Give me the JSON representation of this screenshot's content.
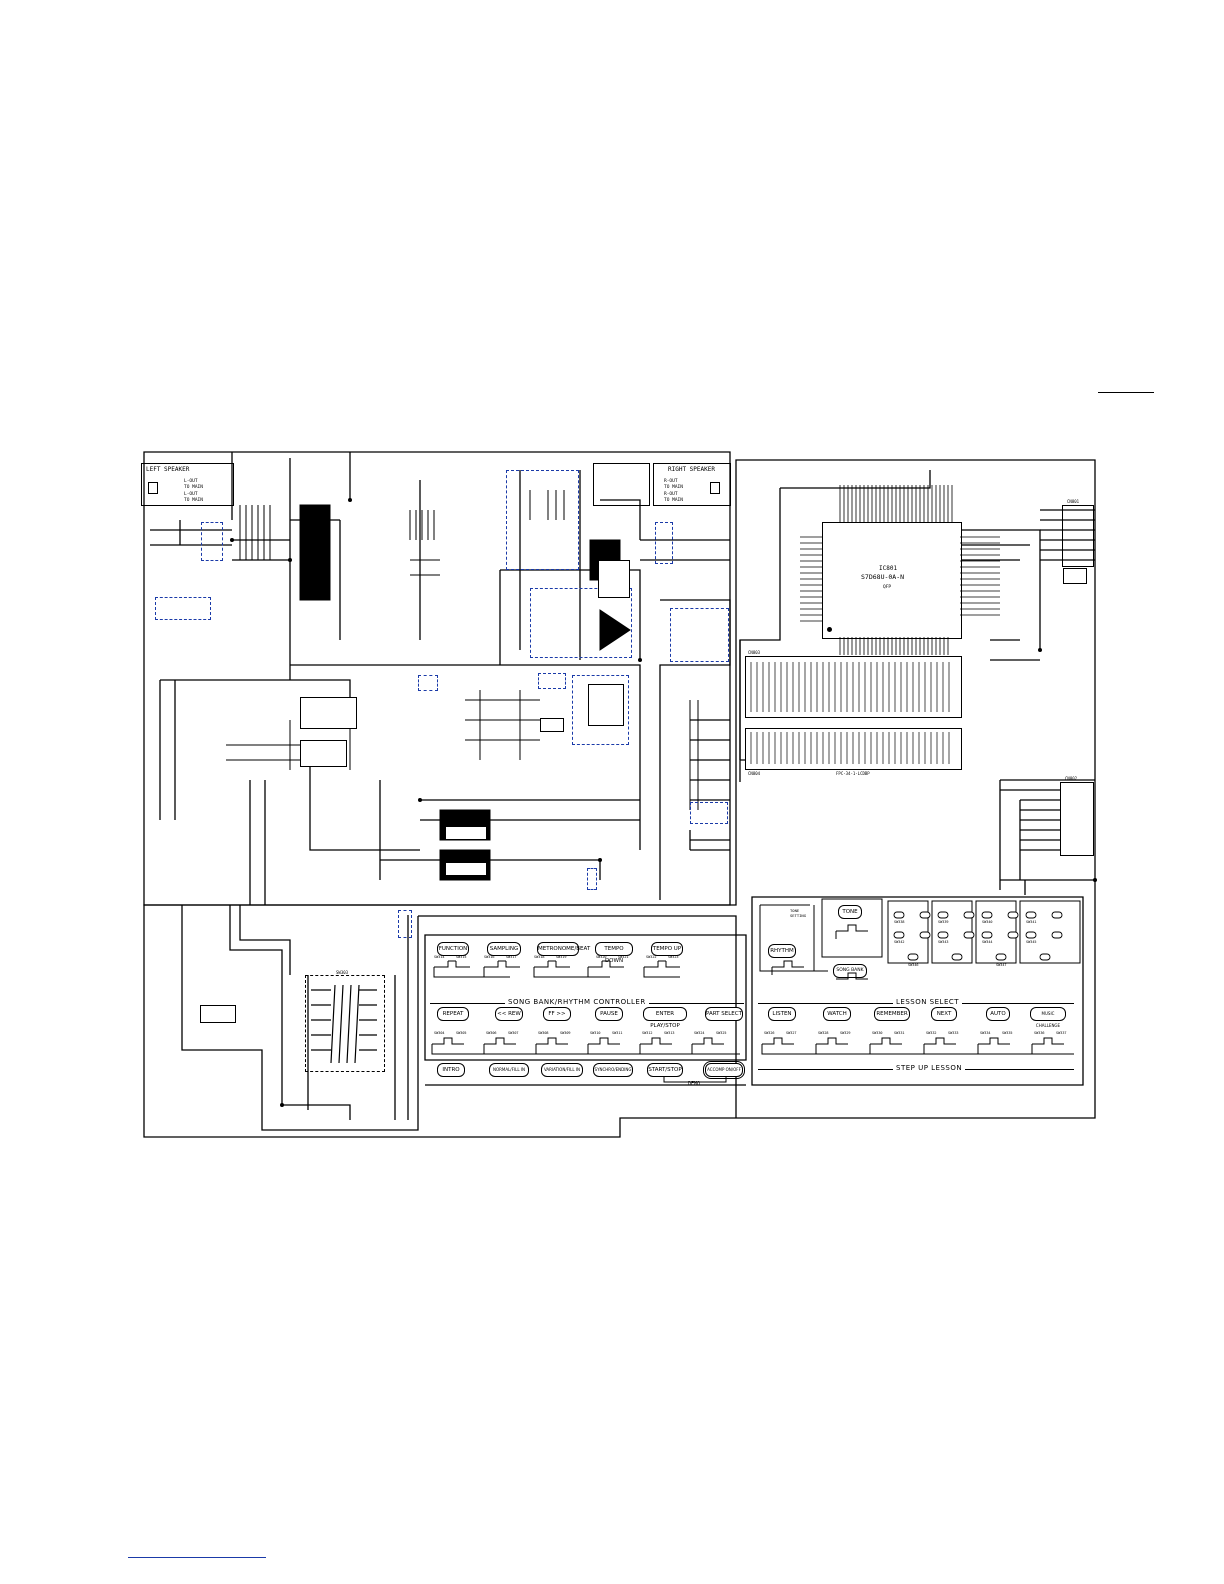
{
  "speakers": {
    "left_title": "LEFT SPEAKER",
    "right_title": "RIGHT SPEAKER",
    "left_lines": [
      "L-OUT",
      "TO MAIN",
      "L-OUT",
      "TO MAIN"
    ],
    "right_lines": [
      "R-OUT",
      "TO MAIN",
      "R-OUT",
      "TO MAIN"
    ]
  },
  "cpu": {
    "ref": "IC801",
    "part": "S7D68U-0A-N",
    "sub": "QFP"
  },
  "connectors": {
    "top_right": "CN801",
    "mid_right": "CN802",
    "lcd_header": "CN803",
    "lcd_footer": "CN804",
    "lcd_cable": "FPC-34-1-LCDBP"
  },
  "blocks": {
    "sw303": "SW303",
    "rhythm": "RHYTHM",
    "tone": "TONE",
    "song_bank": "SONG BANK",
    "tone_setting": "TONE SETTING",
    "demo": "DEMO"
  },
  "top_buttons": [
    "FUNCTION",
    "SAMPLING",
    "METRONOME/BEAT",
    "TEMPO DOWN",
    "TEMPO UP"
  ],
  "song_bank_title": "SONG BANK/RHYTHM CONTROLLER",
  "song_bank_buttons": [
    "REPEAT",
    "<< REW",
    "FF >>",
    "PAUSE",
    "ENTER PLAY/STOP",
    "PART SELECT"
  ],
  "bottom_buttons": [
    "INTRO",
    "NORMAL/FILL IN",
    "VARIATION/FILL IN",
    "SYNCHRO/ENDING",
    "START/STOP",
    "ACCOMP ON/OFF"
  ],
  "lesson_select_title": "LESSON SELECT",
  "lesson_buttons": [
    "LISTEN",
    "WATCH",
    "REMEMBER",
    "NEXT",
    "AUTO",
    "MUSIC CHALLENGE"
  ],
  "step_up_title": "STEP UP LESSON",
  "switch_refs_row1": [
    "SW314",
    "SW315",
    "SW316",
    "SW317",
    "SW318",
    "SW319",
    "SW320",
    "SW321",
    "SW322",
    "SW323"
  ],
  "switch_refs_row2": [
    "SW304",
    "SW305",
    "SW306",
    "SW307",
    "SW308",
    "SW309",
    "SW310",
    "SW311",
    "SW312",
    "SW313",
    "SW324",
    "SW325"
  ],
  "lesson_switch_refs": [
    "SW326",
    "SW327",
    "SW328",
    "SW329",
    "SW330",
    "SW331",
    "SW332",
    "SW333",
    "SW334",
    "SW335",
    "SW336",
    "SW337"
  ],
  "tone_switch_refs": [
    "SW338",
    "SW339",
    "SW340",
    "SW341",
    "SW342",
    "SW343",
    "SW344",
    "SW345",
    "SW346",
    "SW347"
  ],
  "colors": {
    "ink": "#000000",
    "shield": "#1a3aa8"
  }
}
